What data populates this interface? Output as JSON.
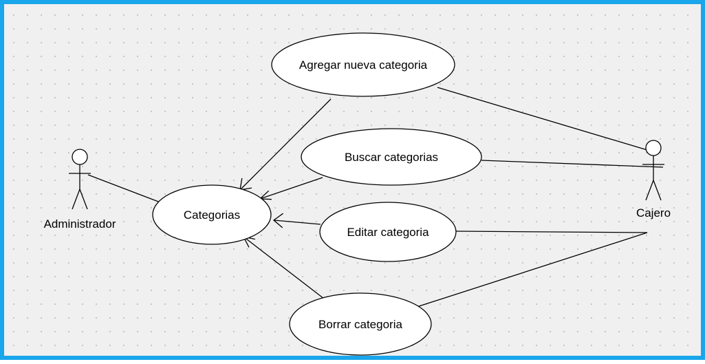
{
  "diagram": {
    "actors": [
      {
        "id": "admin",
        "label": "Administrador"
      },
      {
        "id": "cajero",
        "label": "Cajero"
      }
    ],
    "use_cases": [
      {
        "id": "categorias",
        "label": "Categorias"
      },
      {
        "id": "agregar",
        "label": "Agregar nueva categoria"
      },
      {
        "id": "buscar",
        "label": "Buscar categorias"
      },
      {
        "id": "editar",
        "label": "Editar categoria"
      },
      {
        "id": "borrar",
        "label": "Borrar categoria"
      }
    ],
    "associations": [
      {
        "from": "admin",
        "to": "categorias"
      },
      {
        "from": "cajero",
        "to": "agregar"
      },
      {
        "from": "cajero",
        "to": "buscar"
      },
      {
        "from": "cajero",
        "to": "editar"
      },
      {
        "from": "cajero",
        "to": "borrar"
      }
    ],
    "dependencies": [
      {
        "from": "agregar",
        "to": "categorias"
      },
      {
        "from": "buscar",
        "to": "categorias"
      },
      {
        "from": "editar",
        "to": "categorias"
      },
      {
        "from": "borrar",
        "to": "categorias"
      }
    ],
    "colors": {
      "frame_border": "#1aa6ea",
      "background": "#f0f0f0",
      "grid_dot": "#c4c4c4"
    }
  }
}
